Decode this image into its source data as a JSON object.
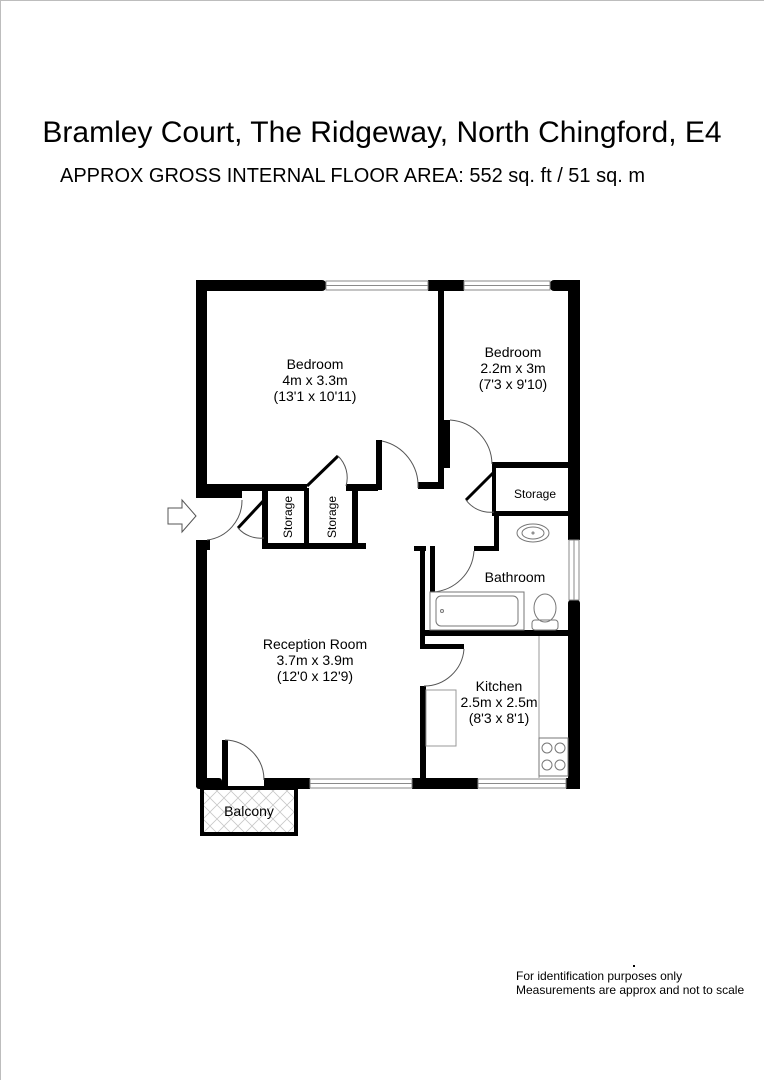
{
  "header": {
    "title": "Bramley Court, The Ridgeway, North Chingford, E4",
    "subtitle": "APPROX GROSS INTERNAL FLOOR AREA:  552 sq. ft / 51 sq. m"
  },
  "rooms": {
    "bedroom1": {
      "name": "Bedroom",
      "metric": "4m x 3.3m",
      "imperial": "(13'1 x 10'11)"
    },
    "bedroom2": {
      "name": "Bedroom",
      "metric": "2.2m x 3m",
      "imperial": "(7'3 x 9'10)"
    },
    "storage_right": {
      "name": "Storage"
    },
    "storage_a": {
      "name": "Storage"
    },
    "storage_b": {
      "name": "Storage"
    },
    "bathroom": {
      "name": "Bathroom"
    },
    "reception": {
      "name": "Reception Room",
      "metric": "3.7m x 3.9m",
      "imperial": "(12'0 x 12'9)"
    },
    "kitchen": {
      "name": "Kitchen",
      "metric": "2.5m x 2.5m",
      "imperial": "(8'3 x 8'1)"
    },
    "balcony": {
      "name": "Balcony"
    }
  },
  "icons": {
    "entrance": "entrance-arrow",
    "sink": "wash-basin",
    "bath": "bathtub",
    "toilet": "toilet",
    "hob": "hob-4-rings"
  },
  "footer": {
    "line1": "For identification purposes only",
    "line2": "Measurements are approx and not to scale"
  },
  "colors": {
    "wall": "#000000",
    "window": "#8a8a8a",
    "door_arc": "#555555",
    "fixture": "#777777"
  }
}
